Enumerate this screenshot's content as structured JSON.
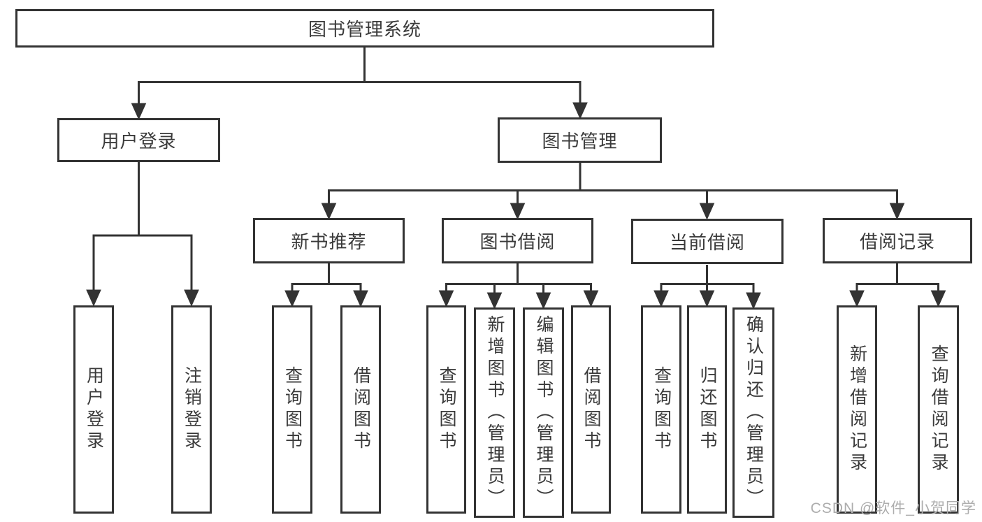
{
  "diagram_type": "function-structure-tree",
  "tree": {
    "label": "图书管理系统",
    "children": [
      {
        "label": "用户登录",
        "children": [
          {
            "label": "用户登录"
          },
          {
            "label": "注销登录"
          }
        ]
      },
      {
        "label": "图书管理",
        "children": [
          {
            "label": "新书推荐",
            "children": [
              {
                "label": "查询图书"
              },
              {
                "label": "借阅图书"
              }
            ]
          },
          {
            "label": "图书借阅",
            "children": [
              {
                "label": "查询图书"
              },
              {
                "label": "新增图书（管理员）"
              },
              {
                "label": "编辑图书（管理员）"
              },
              {
                "label": "借阅图书"
              }
            ]
          },
          {
            "label": "当前借阅",
            "children": [
              {
                "label": "查询图书"
              },
              {
                "label": "归还图书"
              },
              {
                "label": "确认归还（管理员）"
              }
            ]
          },
          {
            "label": "借阅记录",
            "children": [
              {
                "label": "新增借阅记录"
              },
              {
                "label": "查询借阅记录"
              }
            ]
          }
        ]
      }
    ]
  },
  "watermark": {
    "text": "CSDN @软件_小贺同学"
  },
  "colors": {
    "line": "#333333",
    "box_border": "#333333",
    "box_fill": "#ffffff",
    "text": "#3a3a3a",
    "watermark": "#adadad",
    "background": "#ffffff"
  }
}
